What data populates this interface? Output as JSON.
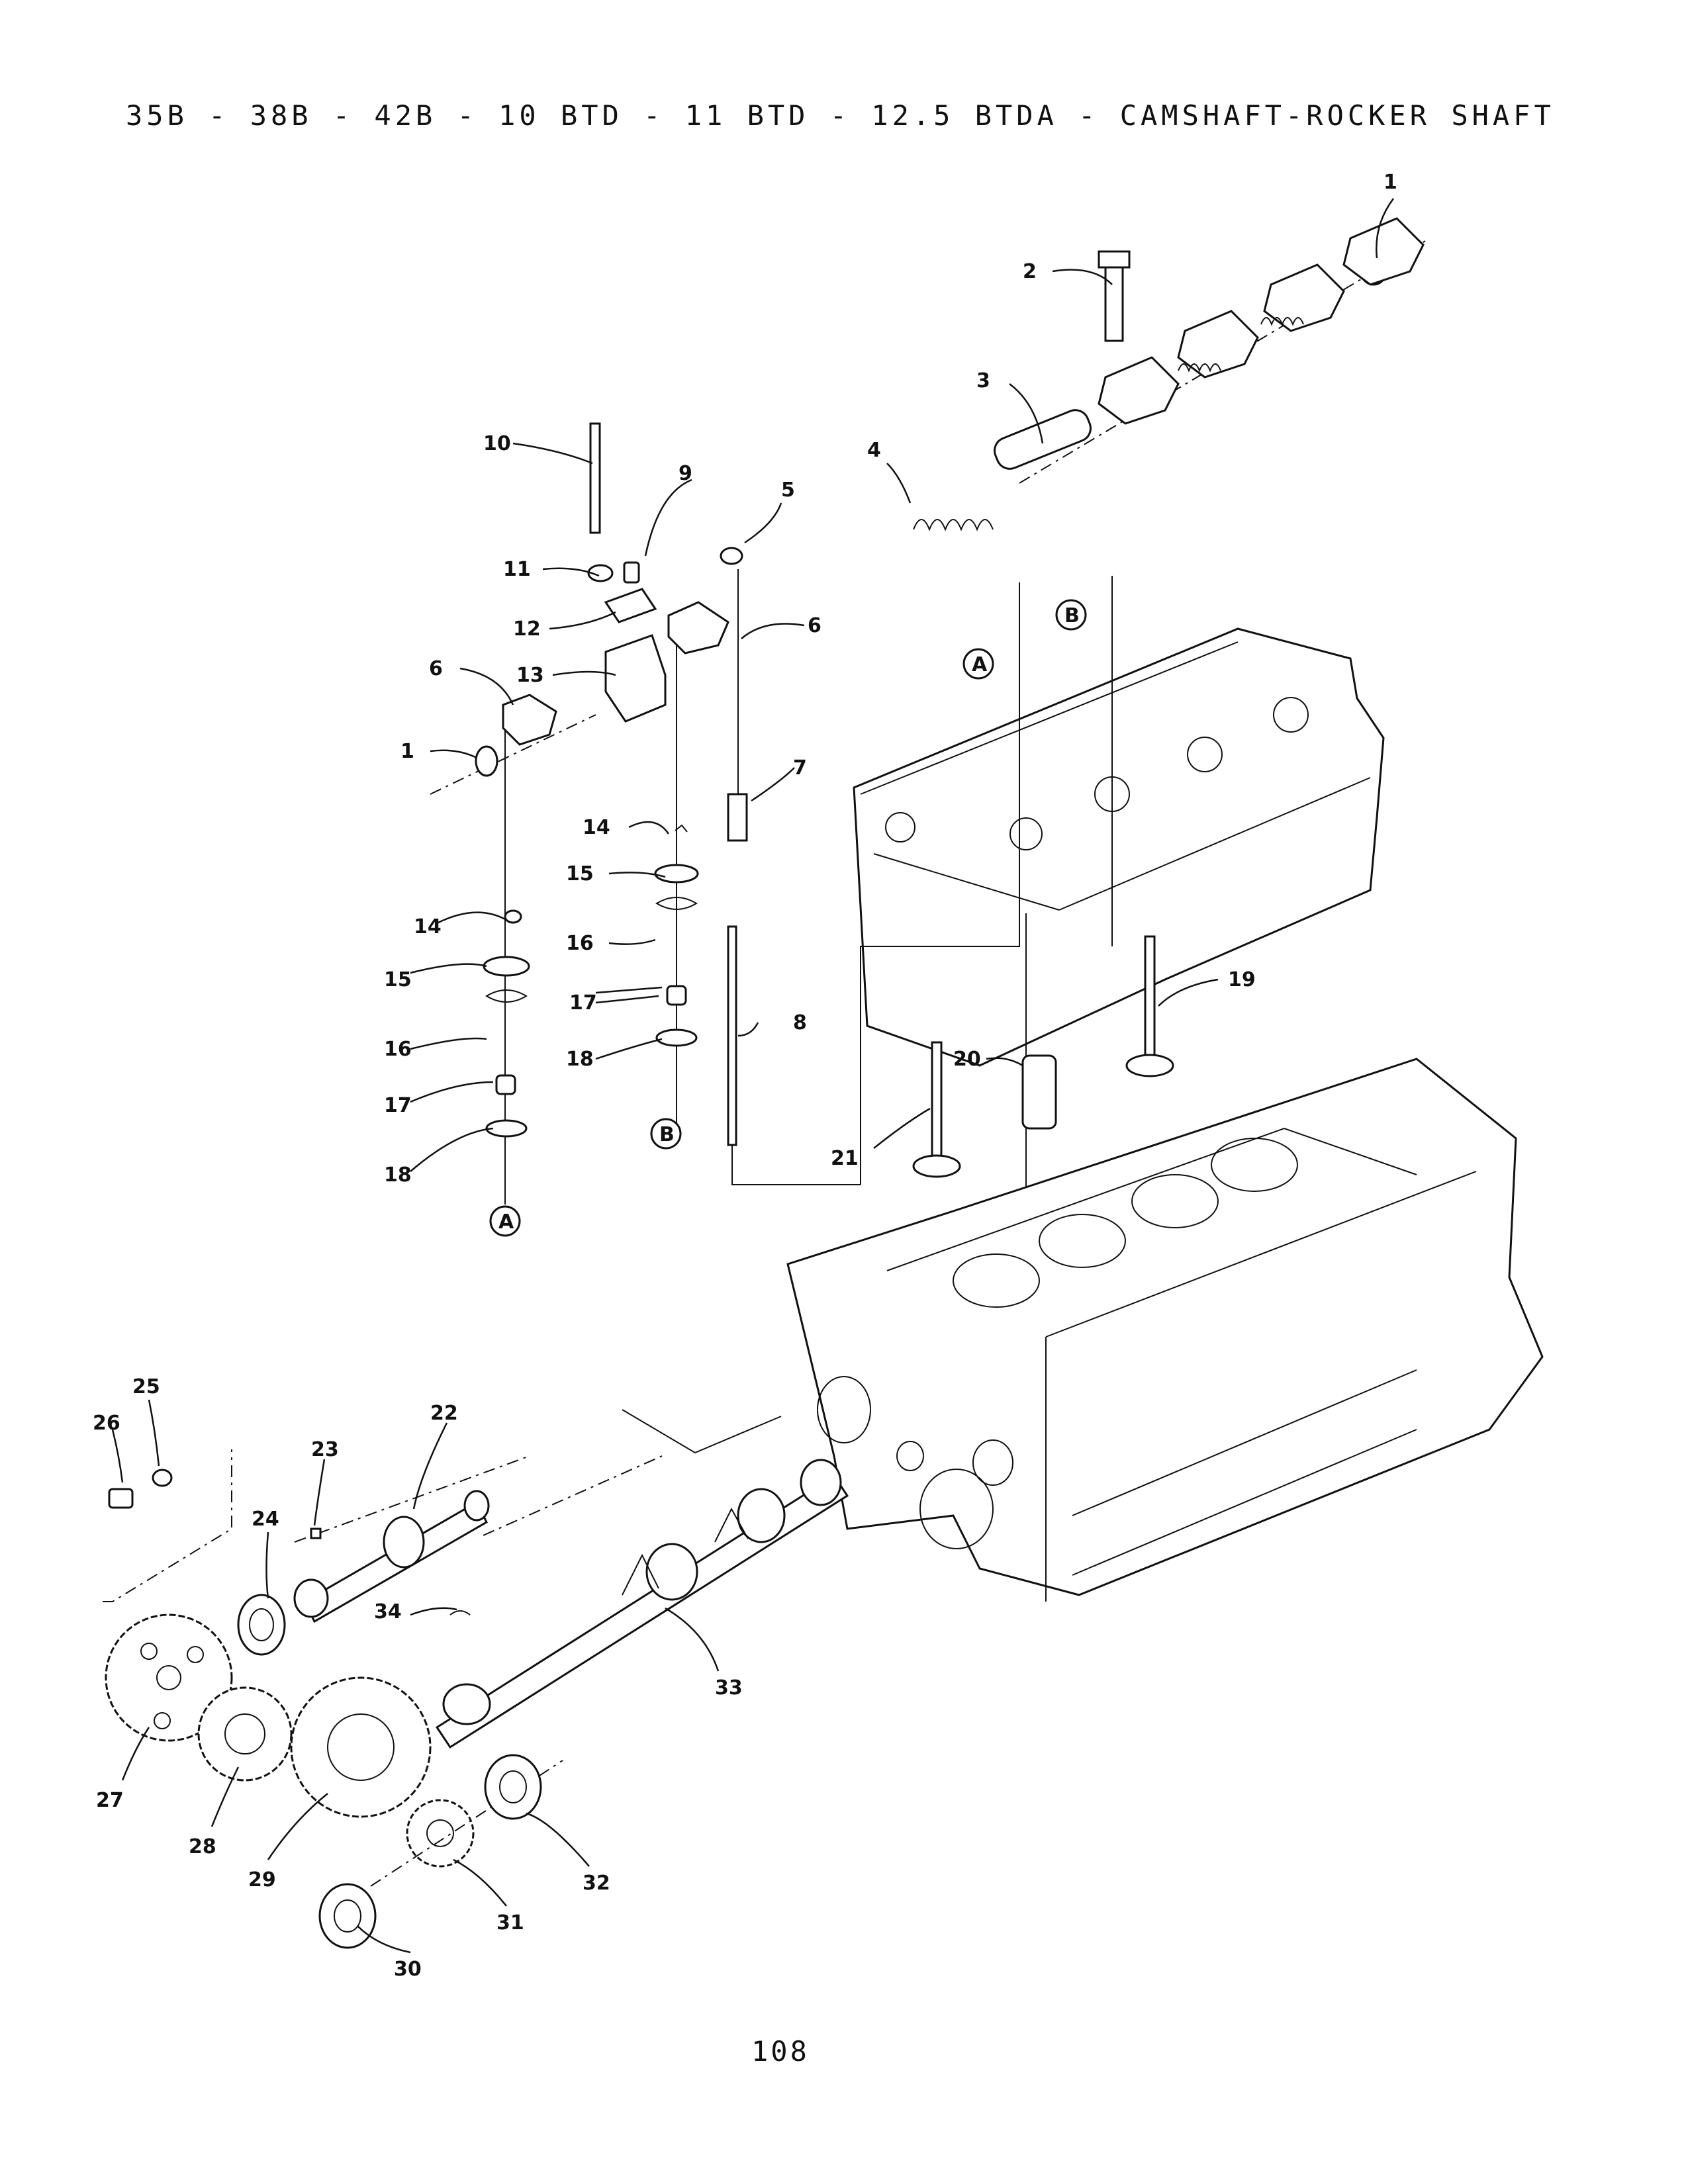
{
  "header": {
    "title": "35B - 38B - 42B - 10 BTD - 11 BTD - 12.5 BTDA - CAMSHAFT-ROCKER SHAFT"
  },
  "footer": {
    "page_number": "108"
  },
  "callouts": {
    "c1a": "1",
    "c1b": "1",
    "c2": "2",
    "c3": "3",
    "c4": "4",
    "c5": "5",
    "c6a": "6",
    "c6b": "6",
    "c7": "7",
    "c8": "8",
    "c9": "9",
    "c10": "10",
    "c11": "11",
    "c12": "12",
    "c13": "13",
    "c14a": "14",
    "c14b": "14",
    "c15a": "15",
    "c15b": "15",
    "c16a": "16",
    "c16b": "16",
    "c17a": "17",
    "c17b": "17",
    "c18a": "18",
    "c18b": "18",
    "c19": "19",
    "c20": "20",
    "c21": "21",
    "c22": "22",
    "c23": "23",
    "c24": "24",
    "c25": "25",
    "c26": "26",
    "c27": "27",
    "c28": "28",
    "c29": "29",
    "c30": "30",
    "c31": "31",
    "c32": "32",
    "c33": "33",
    "c34": "34"
  },
  "references": {
    "a_top": "A",
    "a_bottom": "A",
    "b_top": "B",
    "b_bottom": "B"
  }
}
